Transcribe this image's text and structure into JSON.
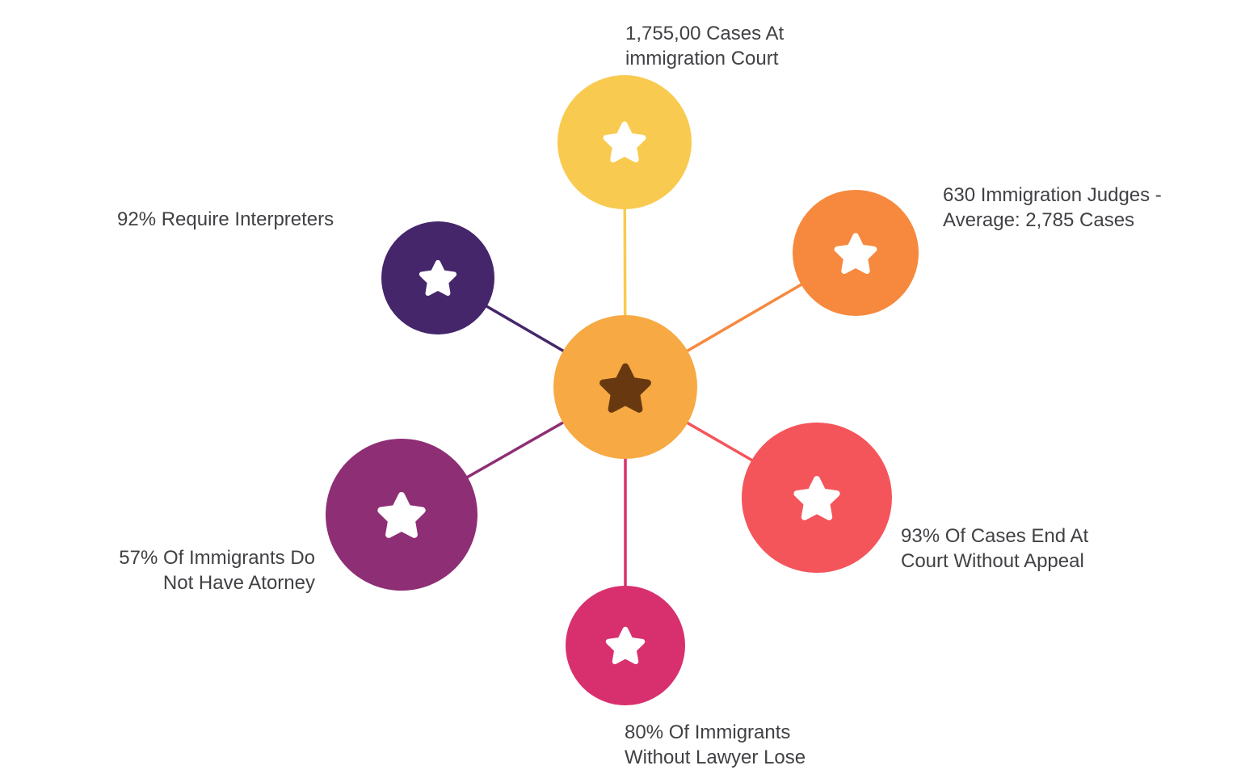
{
  "colors": {
    "background": "#FFFFFF",
    "text": "#414044"
  },
  "nodes": [
    {
      "id": "center",
      "color": "#F7A943",
      "star_color": "#683910",
      "label_lines": []
    },
    {
      "id": "cases",
      "color": "#F8CA4F",
      "star_color": "#FFFFFF",
      "label_lines": [
        "1,755,00 Cases At",
        "immigration Court"
      ]
    },
    {
      "id": "judges",
      "color": "#F6893E",
      "star_color": "#FFFFFF",
      "label_lines": [
        "630 Immigration Judges -",
        "Average: 2,785 Cases"
      ]
    },
    {
      "id": "appeal",
      "color": "#F4555B",
      "star_color": "#FFFFFF",
      "label_lines": [
        "93% Of Cases End At",
        "Court Without Appeal"
      ]
    },
    {
      "id": "lose",
      "color": "#D8306F",
      "star_color": "#FFFFFF",
      "label_lines": [
        "80% Of Immigrants",
        "Without Lawyer Lose"
      ]
    },
    {
      "id": "attorney",
      "color": "#8E2E74",
      "star_color": "#FFFFFF",
      "label_lines": [
        "57% Of Immigrants Do",
        "Not Have Atorney"
      ]
    },
    {
      "id": "interpreters",
      "color": "#45266B",
      "star_color": "#FFFFFF",
      "label_lines": [
        "92% Require Interpreters"
      ]
    }
  ]
}
